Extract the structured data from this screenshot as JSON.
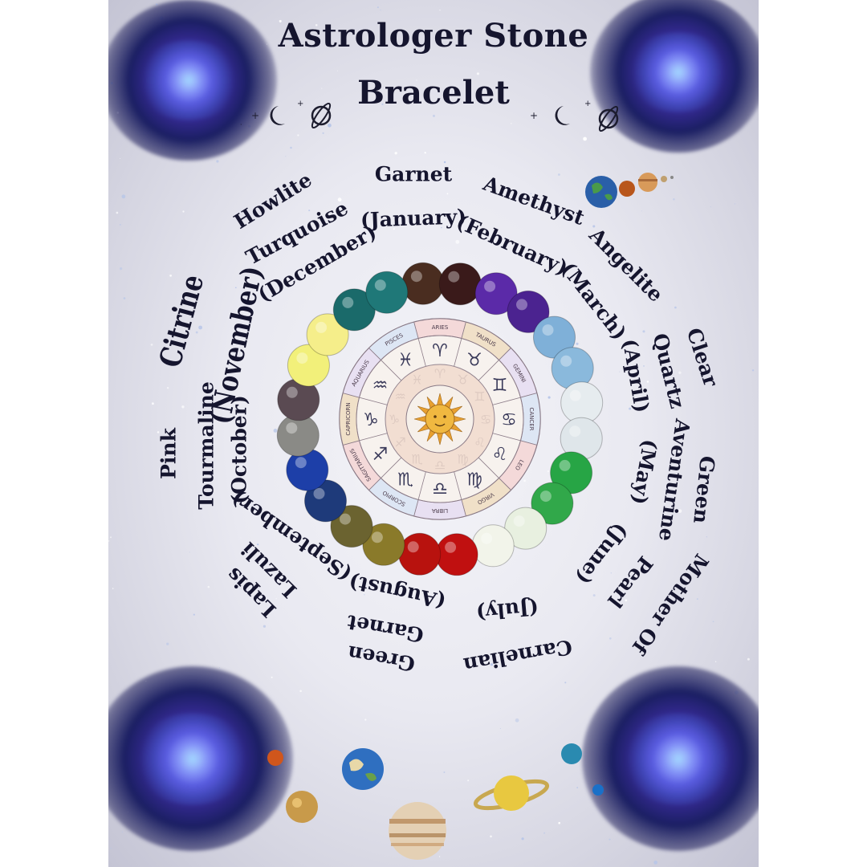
{
  "poster": {
    "title_line1": "Astrologer Stone",
    "title_line2": "Bracelet"
  },
  "stones": [
    {
      "stone": "Garnet",
      "month": "(January)"
    },
    {
      "stone": "Amethyst",
      "month": "(February)"
    },
    {
      "stone": "Angelite",
      "month": "(March)"
    },
    {
      "stone_line1": "Clear",
      "stone_line2": "Quartz",
      "month": "(April)"
    },
    {
      "stone_line1": "Green",
      "stone_line2": "Aventurine",
      "month": "(May)"
    },
    {
      "stone_line1": "Mother Of",
      "stone_line2": "Pearl",
      "month": "(June)"
    },
    {
      "stone": "Carnelian",
      "month": "(July)"
    },
    {
      "stone_line1": "Green",
      "stone_line2": "Garnet",
      "month": "(August)"
    },
    {
      "stone_line1": "Lapis",
      "stone_line2": "Lazuli",
      "month": "(September)"
    },
    {
      "stone_line1": "Pink",
      "stone_line2": "Tourmaline",
      "month": "(October)"
    },
    {
      "stone": "Citrine",
      "month": "(November)"
    },
    {
      "stone_line1": "Howlite",
      "stone_line2": "Turquoise",
      "month": "(December)"
    }
  ],
  "zodiac": {
    "signs": [
      "ARIES",
      "TAURUS",
      "GEMINI",
      "CANCER",
      "LEO",
      "VIRGO",
      "LIBRA",
      "SCORPIO",
      "SAGITTARIUS",
      "CAPRICORN",
      "AQUARIUS",
      "PISCES"
    ],
    "symbols": [
      "♈",
      "♉",
      "♊",
      "♋",
      "♌",
      "♍",
      "♎",
      "♏",
      "♐",
      "♑",
      "♒",
      "♓"
    ],
    "pictograms": [
      "♈",
      "♉",
      "♊",
      "♋",
      "♌",
      "♍",
      "♎",
      "♏",
      "♐",
      "♑",
      "♒",
      "♓"
    ],
    "sun_icon": "sun-face-icon"
  },
  "bead_colors": [
    "#4a2d20",
    "#3a1a1a",
    "#5b2aa8",
    "#4b2390",
    "#7fb0d8",
    "#8ab9dc",
    "#e6ecef",
    "#dfe6ea",
    "#27a545",
    "#31a84a",
    "#e8f0e0",
    "#f2f4ea",
    "#c01010",
    "#b8120e",
    "#8a7a2a",
    "#6b6330",
    "#1e3a7a",
    "#1d3fa8",
    "#8a8a86",
    "#5a4a52",
    "#f2f07a",
    "#f5ee8a",
    "#1a6a6a",
    "#1f7878"
  ],
  "colors": {
    "text": "#15152e",
    "nebula_pink": "#ff6ee6",
    "nebula_blue": "#3b2c9e"
  },
  "icons": [
    "crescent-moon-icon",
    "ringed-planet-icon",
    "star-icon",
    "earth-icon",
    "jupiter-icon",
    "saturn-icon",
    "mars-icon",
    "neptune-icon"
  ]
}
